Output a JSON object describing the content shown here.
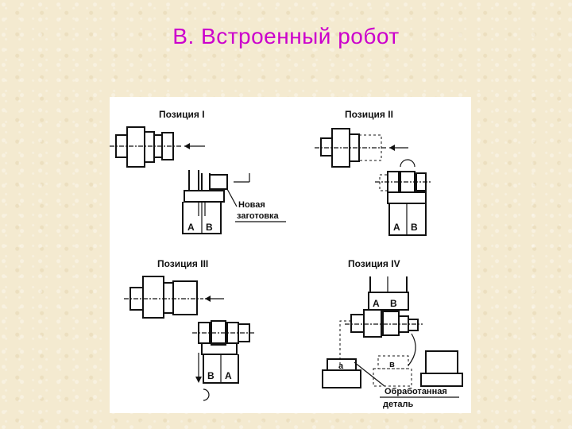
{
  "slide": {
    "title": "В. Встроенный робот",
    "title_color": "#cc00cc"
  },
  "figure": {
    "position_1": "Позиция I",
    "position_2": "Позиция II",
    "position_3": "Позиция III",
    "position_4": "Позиция IV",
    "grip_a": "A",
    "grip_b": "B",
    "new_blank_line1": "Новая",
    "new_blank_line2": "заготовка",
    "finished_line1": "Обработанная",
    "finished_line2": "деталь",
    "slot_a": "a",
    "slot_b": "в"
  }
}
